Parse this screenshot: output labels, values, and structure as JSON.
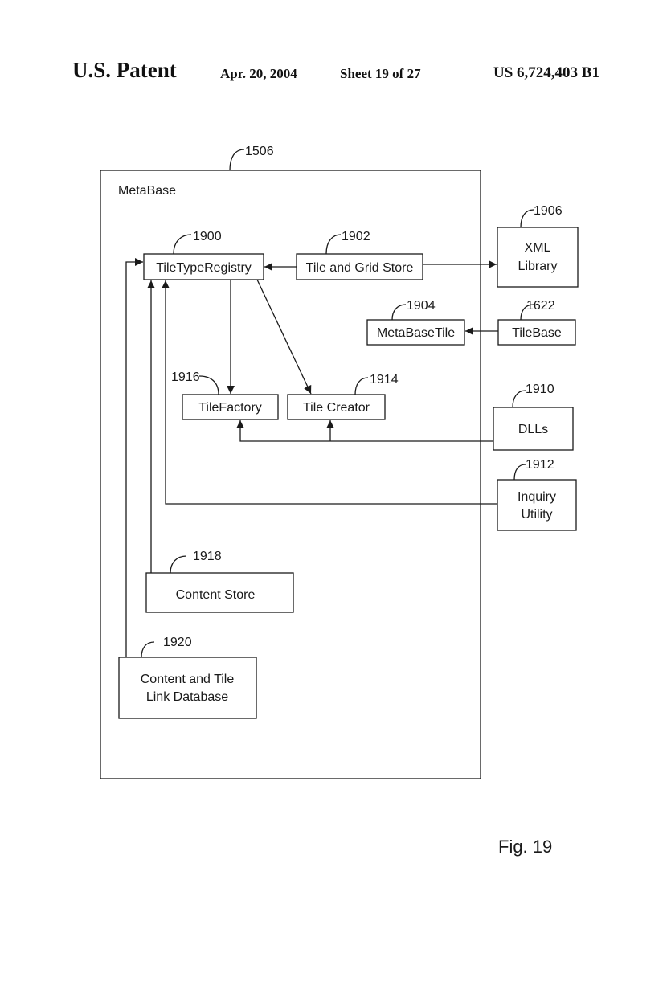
{
  "header": {
    "publisher": "U.S. Patent",
    "date": "Apr. 20, 2004",
    "sheet": "Sheet 19 of 27",
    "patent_number": "US 6,724,403 B1"
  },
  "diagram": {
    "container": {
      "label": "MetaBase",
      "ref": "1506"
    },
    "nodes": {
      "tile_type_registry": {
        "label": "TileTypeRegistry",
        "ref": "1900"
      },
      "tile_grid_store": {
        "label": "Tile and Grid Store",
        "ref": "1902"
      },
      "xml_library": {
        "line1": "XML",
        "line2": "Library",
        "ref": "1906"
      },
      "metabase_tile": {
        "label": "MetaBaseTile",
        "ref": "1904"
      },
      "tilebase": {
        "label": "TileBase",
        "ref": "1622"
      },
      "tile_factory": {
        "label": "TileFactory",
        "ref": "1916"
      },
      "tile_creator": {
        "label": "Tile Creator",
        "ref": "1914"
      },
      "dlls": {
        "label": "DLLs",
        "ref": "1910"
      },
      "inquiry_utility": {
        "line1": "Inquiry",
        "line2": "Utility",
        "ref": "1912"
      },
      "content_store": {
        "label": "Content Store",
        "ref": "1918"
      },
      "content_tile_db": {
        "line1": "Content and Tile",
        "line2": "Link Database",
        "ref": "1920"
      }
    },
    "figure_label": "Fig. 19"
  }
}
